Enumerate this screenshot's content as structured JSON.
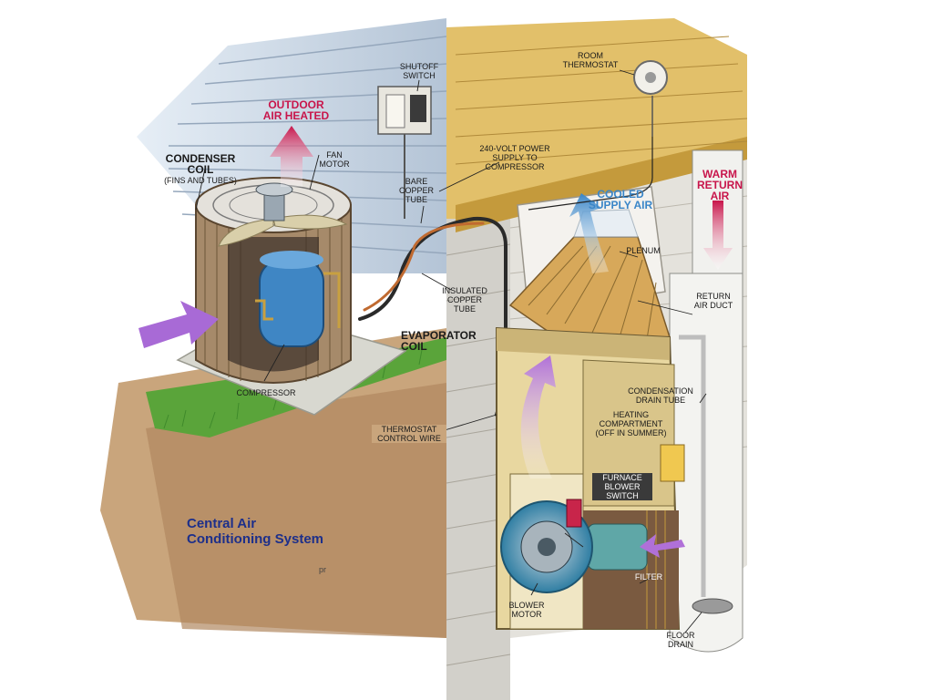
{
  "title": "Central Air\nConditioning System",
  "signature": "pr",
  "labels": {
    "outdoor_air_heated": "OUTDOOR\nAIR HEATED",
    "condenser_coil": "CONDENSER\nCOIL",
    "condenser_coil_sub": "(FINS AND TUBES)",
    "fan_motor": "FAN\nMOTOR",
    "shutoff_switch": "SHUTOFF\nSWITCH",
    "room_thermostat": "ROOM\nTHERMOSTAT",
    "power_supply": "240-VOLT POWER\nSUPPLY TO\nCOMPRESSOR",
    "warm_return_air": "WARM\nRETURN\nAIR",
    "bare_copper_tube": "BARE\nCOPPER\nTUBE",
    "cooled_supply_air": "COOLED\nSUPPLY AIR",
    "plenum": "PLENUM",
    "insulated_copper_tube": "INSULATED\nCOPPER\nTUBE",
    "return_air_duct": "RETURN\nAIR DUCT",
    "evaporator_coil": "EVAPORATOR\nCOIL",
    "compressor": "COMPRESSOR",
    "condensation_drain_tube": "CONDENSATION\nDRAIN TUBE",
    "heating_compartment": "HEATING\nCOMPARTMENT\n(OFF IN SUMMER)",
    "thermostat_control_wire": "THERMOSTAT\nCONTROL WIRE",
    "furnace_blower_switch": "FURNACE\nBLOWER\nSWITCH",
    "filter": "FILTER",
    "blower_motor": "BLOWER\nMOTOR",
    "floor_drain": "FLOOR\nDRAIN"
  },
  "colors": {
    "title": "#1d2f8a",
    "outdoor_air_heated": "#c8154b",
    "warm_return_air": "#c8154b",
    "cooled_supply_air": "#3a86c8",
    "label_text": "#1a1a1a",
    "furnace_body": "#e8d7a0",
    "blower_blue": "#3d8fb3",
    "siding": "#cbd6e3",
    "wood": "#d9b45c",
    "grass": "#5aa43a",
    "soil": "#b89068",
    "airflow_purple": "#b070d8"
  }
}
